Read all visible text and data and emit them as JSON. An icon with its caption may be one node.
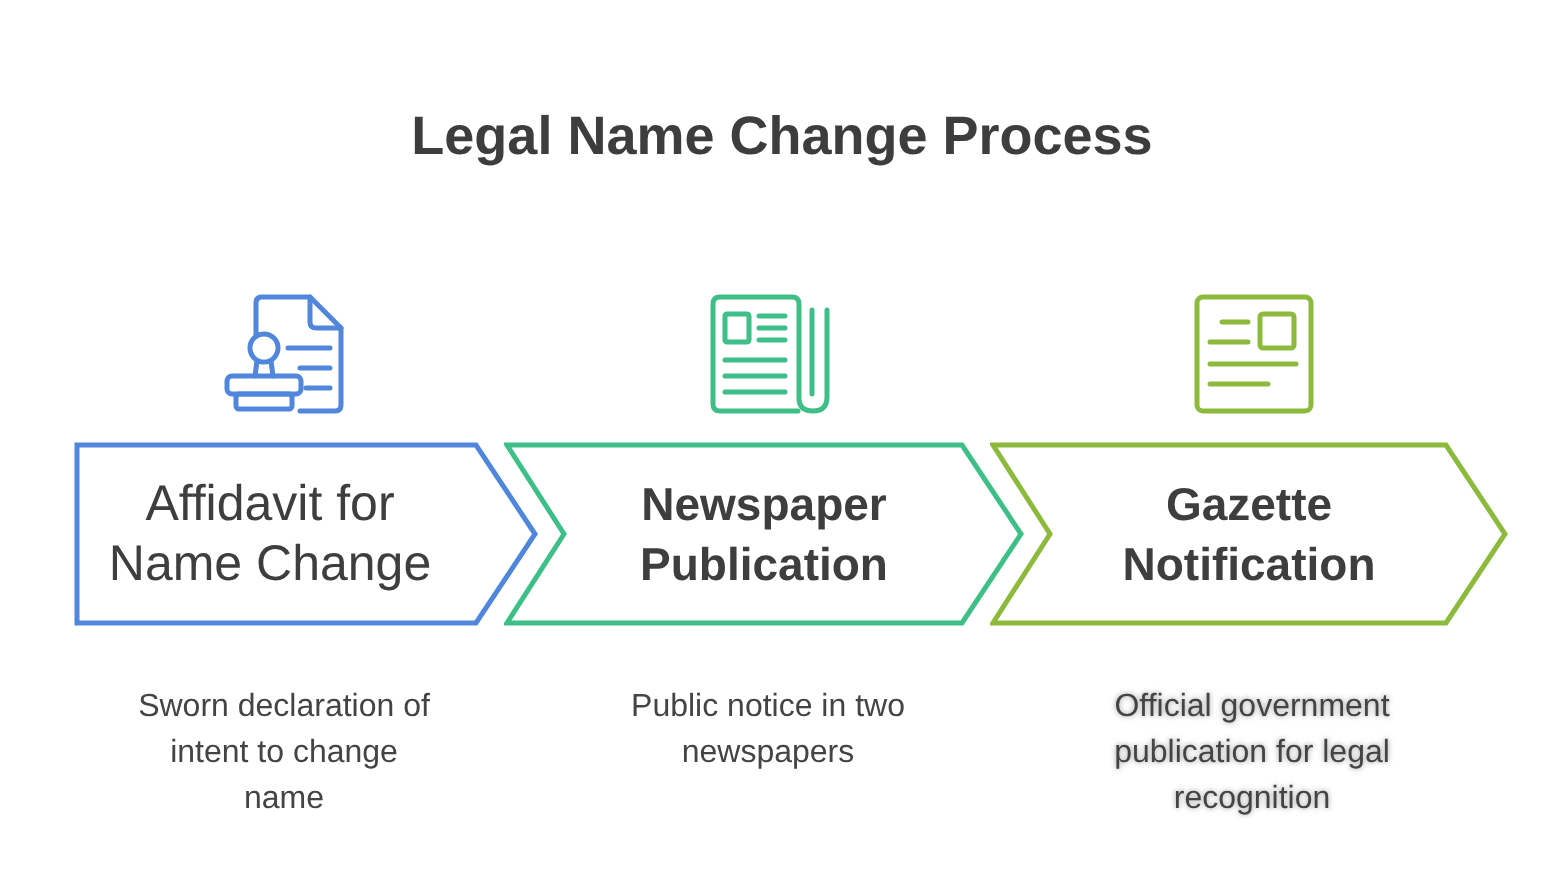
{
  "diagram": {
    "title": "Legal Name Change Process",
    "nodes": [
      {
        "text": [
          "Affidavit for Name Change"
        ],
        "beside": [
          "Sworn declaration of intent to change name"
        ]
      },
      {
        "text": [
          "Newspaper Publication"
        ],
        "beside": [
          "Public notice in two newspapers"
        ]
      },
      {
        "text": [
          "Gazette Notification"
        ],
        "beside": [
          "Official government publication for legal recognition"
        ]
      }
    ]
  }
}
